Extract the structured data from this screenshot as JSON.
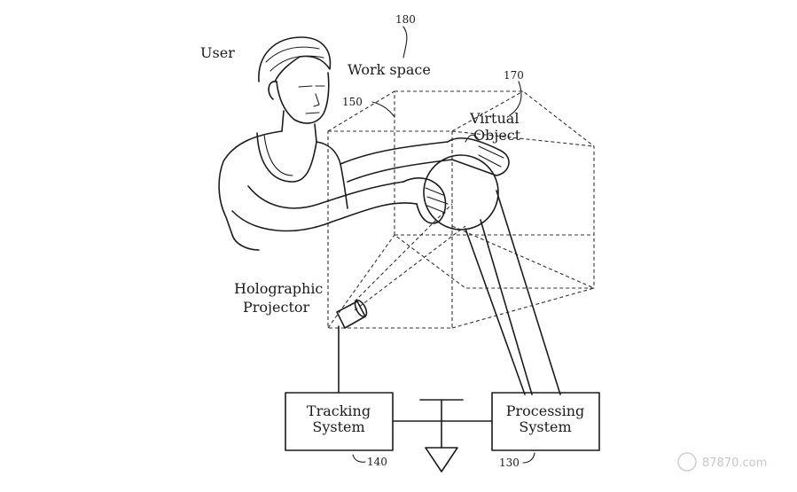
{
  "labels": {
    "user": "User",
    "work_space": "Work space",
    "work_space_ref": "180",
    "virtual_object_line1": "Virtual",
    "virtual_object_line2": "Object",
    "virtual_object_ref": "170",
    "space_ref": "150",
    "projector_line1": "Holographic",
    "projector_line2": "Projector",
    "tracking_line1": "Tracking",
    "tracking_line2": "System",
    "tracking_ref": "140",
    "processing_line1": "Processing",
    "processing_line2": "System",
    "processing_ref": "130"
  },
  "watermark": "87870.com"
}
